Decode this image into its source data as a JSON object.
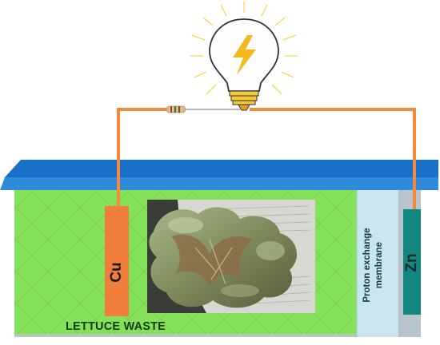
{
  "labels": {
    "cathode": "Cu",
    "anode": "Zn",
    "membrane": "Proton exchange\nmembrane",
    "waste": "LETTUCE WASTE"
  },
  "colors": {
    "chamber": "#86e15a",
    "lid": "#1a6fc8",
    "lid_front": "#2d8bd9",
    "wire": "#f58a3c",
    "membrane": "#c9e6ef",
    "zinc_electrode": "#12877f",
    "copper_electrode": "#f07d3c",
    "bulb_bolt": "#f5b81f"
  },
  "icons": [
    "light-bulb-icon",
    "lightning-bolt-icon",
    "resistor-icon"
  ]
}
